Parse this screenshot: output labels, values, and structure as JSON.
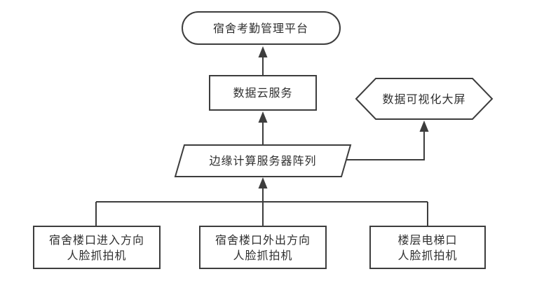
{
  "diagram": {
    "nodes": {
      "platform": {
        "label": "宿舍考勤管理平台",
        "shape": "rounded-rectangle"
      },
      "cloud": {
        "label": "数据云服务",
        "shape": "rectangle"
      },
      "screen": {
        "label": "数据可视化大屏",
        "shape": "hexagon"
      },
      "edge_servers": {
        "label": "边缘计算服务器阵列",
        "shape": "parallelogram"
      },
      "camera_entry": {
        "line1": "宿舍楼口进入方向",
        "line2": "人脸抓拍机",
        "shape": "rectangle"
      },
      "camera_exit": {
        "line1": "宿舍楼口外出方向",
        "line2": "人脸抓拍机",
        "shape": "rectangle"
      },
      "camera_elevator": {
        "line1": "楼层电梯口",
        "line2": "人脸抓拍机",
        "shape": "rectangle"
      }
    },
    "edges": [
      {
        "from": "cloud",
        "to": "platform",
        "arrow": "up"
      },
      {
        "from": "edge_servers",
        "to": "cloud",
        "arrow": "up"
      },
      {
        "from": "edge_servers",
        "to": "screen",
        "arrow": "right-then-up"
      },
      {
        "from": "camera_entry",
        "to": "edge_servers",
        "arrow": "up-via-trunk"
      },
      {
        "from": "camera_exit",
        "to": "edge_servers",
        "arrow": "up-via-trunk"
      },
      {
        "from": "camera_elevator",
        "to": "edge_servers",
        "arrow": "up-via-trunk"
      }
    ]
  },
  "colors": {
    "line": "#3d3d3d",
    "text": "#2f2f2f",
    "node_fill": "#ffffff",
    "background": "#ffffff"
  }
}
